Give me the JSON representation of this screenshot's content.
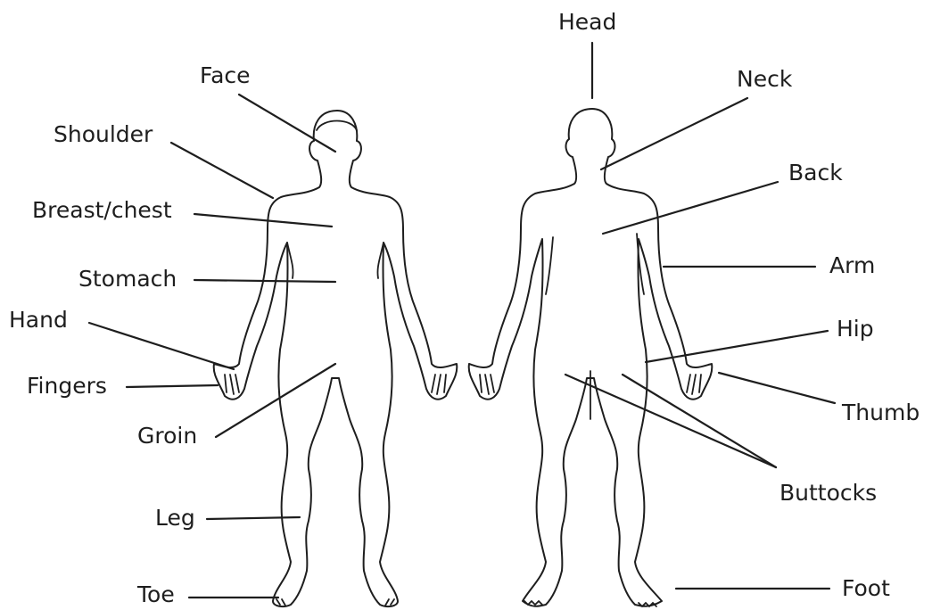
{
  "labels": {
    "head": "Head",
    "face": "Face",
    "neck": "Neck",
    "shoulder": "Shoulder",
    "back": "Back",
    "breast_chest": "Breast/chest",
    "arm": "Arm",
    "stomach": "Stomach",
    "hand": "Hand",
    "hip": "Hip",
    "fingers": "Fingers",
    "thumb": "Thumb",
    "groin": "Groin",
    "buttocks": "Buttocks",
    "leg": "Leg",
    "toe": "Toe",
    "foot": "Foot"
  },
  "colors": {
    "ink": "#1e1e1e",
    "background": "#ffffff"
  }
}
